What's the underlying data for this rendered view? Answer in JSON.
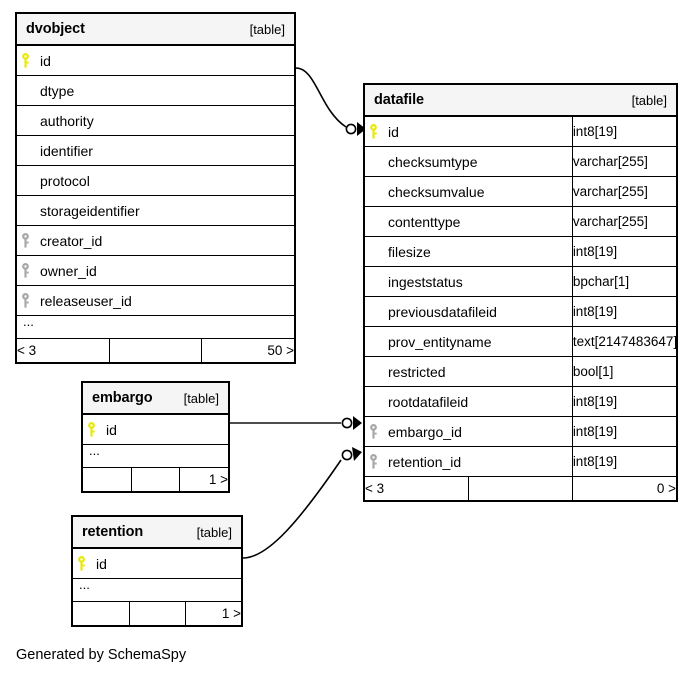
{
  "diagram": {
    "caption": "Generated by SchemaSpy",
    "kind_label": "[table]",
    "ellipsis": "...",
    "colors": {
      "primary_key": "#e8e80c",
      "foreign_key": "#a8a8a8",
      "header_bg": "#f5f5f5",
      "border": "#000000",
      "background": "#ffffff"
    }
  },
  "tables": {
    "dvobject": {
      "name": "dvobject",
      "kind": "[table]",
      "columns": [
        {
          "name": "id",
          "key": "primary",
          "type": ""
        },
        {
          "name": "dtype",
          "key": "none",
          "type": ""
        },
        {
          "name": "authority",
          "key": "none",
          "type": ""
        },
        {
          "name": "identifier",
          "key": "none",
          "type": ""
        },
        {
          "name": "protocol",
          "key": "none",
          "type": ""
        },
        {
          "name": "storageidentifier",
          "key": "none",
          "type": ""
        },
        {
          "name": "creator_id",
          "key": "foreign",
          "type": ""
        },
        {
          "name": "owner_id",
          "key": "foreign",
          "type": ""
        },
        {
          "name": "releaseuser_id",
          "key": "foreign",
          "type": ""
        }
      ],
      "more": "...",
      "footer": {
        "left": "< 3",
        "middle": "",
        "right": "50 >"
      }
    },
    "datafile": {
      "name": "datafile",
      "kind": "[table]",
      "columns": [
        {
          "name": "id",
          "key": "primary",
          "type": "int8[19]"
        },
        {
          "name": "checksumtype",
          "key": "none",
          "type": "varchar[255]"
        },
        {
          "name": "checksumvalue",
          "key": "none",
          "type": "varchar[255]"
        },
        {
          "name": "contenttype",
          "key": "none",
          "type": "varchar[255]"
        },
        {
          "name": "filesize",
          "key": "none",
          "type": "int8[19]"
        },
        {
          "name": "ingeststatus",
          "key": "none",
          "type": "bpchar[1]"
        },
        {
          "name": "previousdatafileid",
          "key": "none",
          "type": "int8[19]"
        },
        {
          "name": "prov_entityname",
          "key": "none",
          "type": "text[2147483647]"
        },
        {
          "name": "restricted",
          "key": "none",
          "type": "bool[1]"
        },
        {
          "name": "rootdatafileid",
          "key": "none",
          "type": "int8[19]"
        },
        {
          "name": "embargo_id",
          "key": "foreign",
          "type": "int8[19]"
        },
        {
          "name": "retention_id",
          "key": "foreign",
          "type": "int8[19]"
        }
      ],
      "footer": {
        "left": "< 3",
        "middle": "",
        "right": "0 >"
      }
    },
    "embargo": {
      "name": "embargo",
      "kind": "[table]",
      "columns": [
        {
          "name": "id",
          "key": "primary",
          "type": ""
        }
      ],
      "more": "...",
      "footer": {
        "left": "",
        "middle": "",
        "right": "1 >"
      }
    },
    "retention": {
      "name": "retention",
      "kind": "[table]",
      "columns": [
        {
          "name": "id",
          "key": "primary",
          "type": ""
        }
      ],
      "more": "...",
      "footer": {
        "left": "",
        "middle": "",
        "right": "1 >"
      }
    }
  },
  "relationships": [
    {
      "name": "dvobject-id-to-datafile-id",
      "from": "dvobject.id",
      "to": "datafile.id"
    },
    {
      "name": "embargo-id-to-datafile-embargo-id",
      "from": "embargo.id",
      "to": "datafile.embargo_id"
    },
    {
      "name": "retention-id-to-datafile-retention-id",
      "from": "retention.id",
      "to": "datafile.retention_id"
    }
  ]
}
